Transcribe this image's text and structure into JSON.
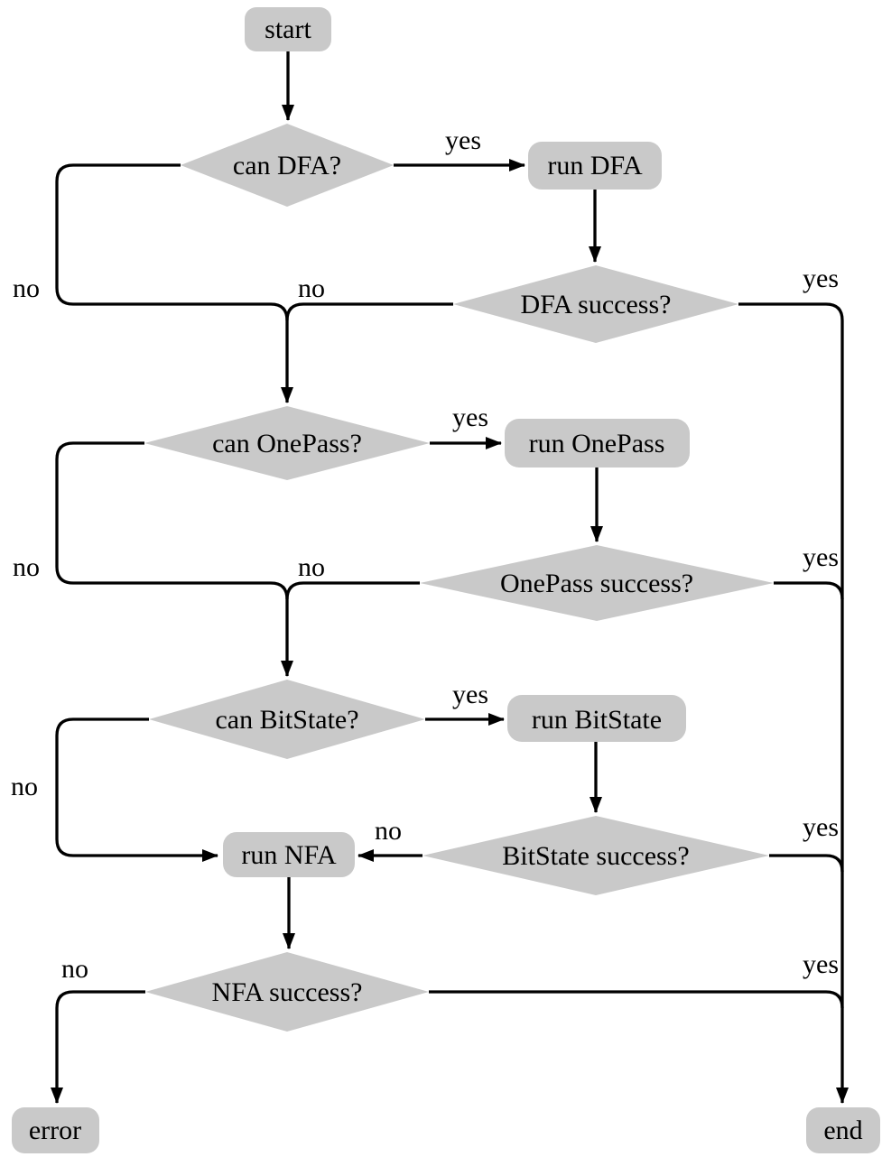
{
  "diagram": {
    "type": "flowchart",
    "colors": {
      "background": "#ffffff",
      "node_fill": "#c9c9c9",
      "edge": "#000000",
      "text": "#000000"
    },
    "nodes": [
      {
        "id": "start",
        "label": "start",
        "shape": "rounded-rect"
      },
      {
        "id": "can-dfa",
        "label": "can DFA?",
        "shape": "diamond"
      },
      {
        "id": "run-dfa",
        "label": "run DFA",
        "shape": "rounded-rect"
      },
      {
        "id": "dfa-success",
        "label": "DFA success?",
        "shape": "diamond"
      },
      {
        "id": "can-onepass",
        "label": "can OnePass?",
        "shape": "diamond"
      },
      {
        "id": "run-onepass",
        "label": "run OnePass",
        "shape": "rounded-rect"
      },
      {
        "id": "onepass-success",
        "label": "OnePass success?",
        "shape": "diamond"
      },
      {
        "id": "can-bitstate",
        "label": "can BitState?",
        "shape": "diamond"
      },
      {
        "id": "run-bitstate",
        "label": "run BitState",
        "shape": "rounded-rect"
      },
      {
        "id": "bitstate-success",
        "label": "BitState success?",
        "shape": "diamond"
      },
      {
        "id": "run-nfa",
        "label": "run NFA",
        "shape": "rounded-rect"
      },
      {
        "id": "nfa-success",
        "label": "NFA success?",
        "shape": "diamond"
      },
      {
        "id": "error",
        "label": "error",
        "shape": "rounded-rect"
      },
      {
        "id": "end",
        "label": "end",
        "shape": "rounded-rect"
      }
    ],
    "edges": [
      {
        "from": "start",
        "to": "can-dfa",
        "label": ""
      },
      {
        "from": "can-dfa",
        "to": "run-dfa",
        "label": "yes"
      },
      {
        "from": "run-dfa",
        "to": "dfa-success",
        "label": ""
      },
      {
        "from": "dfa-success",
        "to": "end",
        "label": "yes"
      },
      {
        "from": "can-dfa",
        "to": "can-onepass",
        "label": "no"
      },
      {
        "from": "dfa-success",
        "to": "can-onepass",
        "label": "no"
      },
      {
        "from": "can-onepass",
        "to": "run-onepass",
        "label": "yes"
      },
      {
        "from": "run-onepass",
        "to": "onepass-success",
        "label": ""
      },
      {
        "from": "onepass-success",
        "to": "end",
        "label": "yes"
      },
      {
        "from": "can-onepass",
        "to": "can-bitstate",
        "label": "no"
      },
      {
        "from": "onepass-success",
        "to": "can-bitstate",
        "label": "no"
      },
      {
        "from": "can-bitstate",
        "to": "run-bitstate",
        "label": "yes"
      },
      {
        "from": "run-bitstate",
        "to": "bitstate-success",
        "label": ""
      },
      {
        "from": "bitstate-success",
        "to": "end",
        "label": "yes"
      },
      {
        "from": "can-bitstate",
        "to": "run-nfa",
        "label": "no"
      },
      {
        "from": "bitstate-success",
        "to": "run-nfa",
        "label": "no"
      },
      {
        "from": "run-nfa",
        "to": "nfa-success",
        "label": ""
      },
      {
        "from": "nfa-success",
        "to": "end",
        "label": "yes"
      },
      {
        "from": "nfa-success",
        "to": "error",
        "label": "no"
      }
    ]
  }
}
